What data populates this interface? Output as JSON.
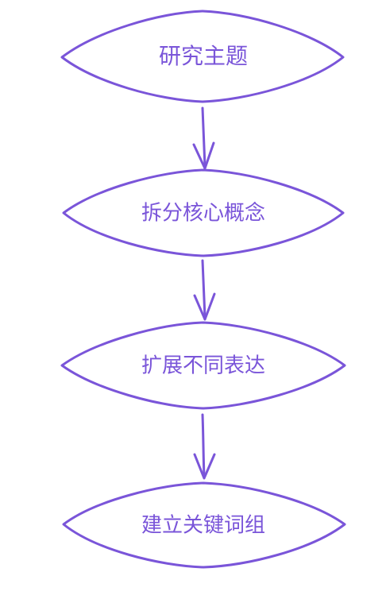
{
  "diagram": {
    "nodes": [
      {
        "label": "研究主题"
      },
      {
        "label": "拆分核心概念"
      },
      {
        "label": "扩展不同表达"
      },
      {
        "label": "建立关键词组"
      }
    ],
    "colors": {
      "stroke": "#7a55d9",
      "text": "#7a55d9"
    }
  }
}
